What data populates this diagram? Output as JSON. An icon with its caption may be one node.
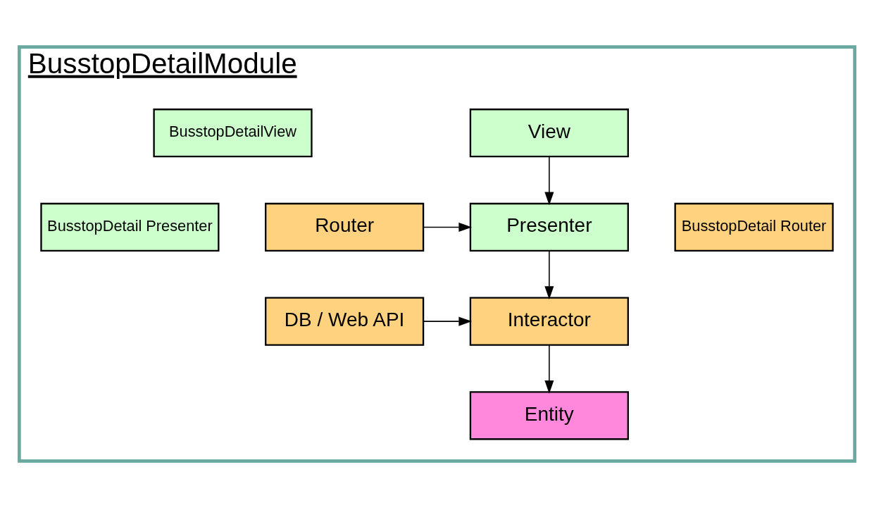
{
  "diagram": {
    "nodes": [
      {
        "text": [
          "BusstopDetailModule"
        ]
      },
      {
        "text": [
          "View"
        ],
        "in": 0
      },
      {
        "text": [
          "BusstopDetailView"
        ],
        "in": 0
      },
      {
        "text": [
          "BusstopDetail Router"
        ],
        "in": 0
      },
      {
        "text": [
          "Router"
        ],
        "in": 0
      },
      {
        "text": [
          "Presenter"
        ],
        "in": 0
      },
      {
        "text": [
          "BusstopDetail Presenter"
        ],
        "in": 0
      },
      {
        "text": [
          "DB / Web API"
        ],
        "in": 0
      },
      {
        "text": [
          "Interactor"
        ],
        "in": 0
      },
      {
        "text": [
          "Entity"
        ],
        "in": 0
      }
    ],
    "edges": [
      {
        "from": 1,
        "to": 5,
        "arrow": "to"
      },
      {
        "from": 4,
        "to": 5,
        "arrow": "to"
      },
      {
        "from": 5,
        "to": 8,
        "arrow": "to"
      },
      {
        "from": 7,
        "to": 8,
        "arrow": "to"
      },
      {
        "from": 8,
        "to": 9,
        "arrow": "to"
      }
    ]
  }
}
